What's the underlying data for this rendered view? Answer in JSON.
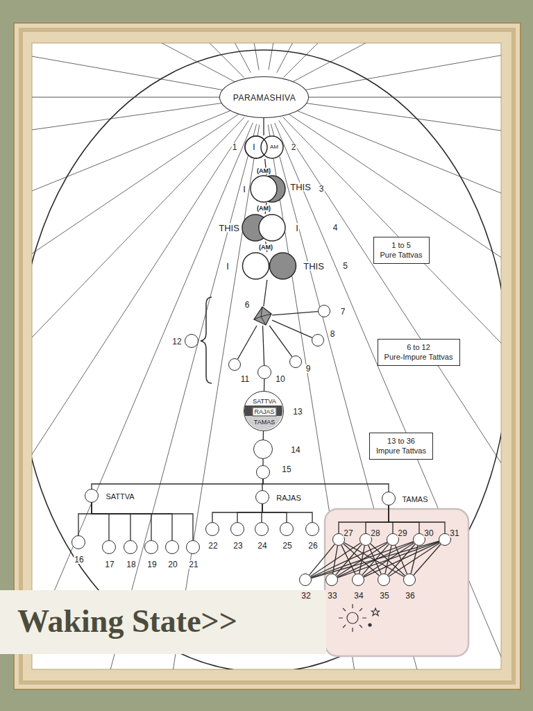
{
  "diagram": {
    "nodes": [
      {
        "text": [
          "PARAMASHIVA"
        ]
      },
      {
        "text": [
          "1",
          "I",
          "AM",
          "2"
        ]
      },
      {
        "text": [
          "I",
          "THIS",
          "3"
        ]
      },
      {
        "text": [
          "THIS",
          "I",
          "4"
        ]
      },
      {
        "text": [
          "I",
          "THIS",
          "5"
        ]
      },
      {
        "text": [
          "6"
        ]
      },
      {
        "text": [
          "7"
        ]
      },
      {
        "text": [
          "8"
        ]
      },
      {
        "text": [
          "9"
        ]
      },
      {
        "text": [
          "10"
        ]
      },
      {
        "text": [
          "11"
        ]
      },
      {
        "text": [
          "12"
        ]
      },
      {
        "text": [
          "SATTVA",
          "RAJAS",
          "TAMAS",
          "13"
        ]
      },
      {
        "text": [
          "14"
        ]
      },
      {
        "text": [
          "15"
        ]
      },
      {
        "text": [
          "SATTVA"
        ]
      },
      {
        "text": [
          "RAJAS"
        ]
      },
      {
        "text": [
          "TAMAS"
        ]
      },
      {
        "text": [
          "16"
        ]
      },
      {
        "text": [
          "17"
        ]
      },
      {
        "text": [
          "18"
        ]
      },
      {
        "text": [
          "19"
        ]
      },
      {
        "text": [
          "20"
        ]
      },
      {
        "text": [
          "21"
        ]
      },
      {
        "text": [
          "22"
        ]
      },
      {
        "text": [
          "23"
        ]
      },
      {
        "text": [
          "24"
        ]
      },
      {
        "text": [
          "25"
        ]
      },
      {
        "text": [
          "26"
        ]
      },
      {
        "text": [
          "27"
        ]
      },
      {
        "text": [
          "28"
        ]
      },
      {
        "text": [
          "29"
        ]
      },
      {
        "text": [
          "30"
        ]
      },
      {
        "text": [
          "31"
        ]
      },
      {
        "text": [
          "32"
        ]
      },
      {
        "text": [
          "33"
        ]
      },
      {
        "text": [
          "34"
        ]
      },
      {
        "text": [
          "35"
        ]
      },
      {
        "text": [
          "36"
        ]
      },
      {
        "text": [
          "1 to 5",
          "Pure Tattvas"
        ]
      },
      {
        "text": [
          "6 to 12",
          "Pure-Impure Tattvas"
        ]
      },
      {
        "text": [
          "13 to 36",
          "Impure Tattvas"
        ]
      }
    ],
    "edges": [
      {
        "from": 0,
        "to": 1,
        "arrow": "none"
      },
      {
        "from": 1,
        "to": 2,
        "arrow": "none"
      },
      {
        "from": 2,
        "to": 3,
        "arrow": "none"
      },
      {
        "from": 3,
        "to": 4,
        "arrow": "none"
      },
      {
        "from": 4,
        "to": 5,
        "arrow": "none"
      },
      {
        "from": 5,
        "to": 6,
        "arrow": "none"
      },
      {
        "from": 5,
        "to": 7,
        "arrow": "none"
      },
      {
        "from": 5,
        "to": 8,
        "arrow": "none"
      },
      {
        "from": 5,
        "to": 9,
        "arrow": "none"
      },
      {
        "from": 5,
        "to": 10,
        "arrow": "none"
      },
      {
        "from": 9,
        "to": 12,
        "arrow": "none"
      },
      {
        "from": 12,
        "to": 13,
        "arrow": "none"
      },
      {
        "from": 13,
        "to": 14,
        "arrow": "none"
      },
      {
        "from": 14,
        "to": 15,
        "arrow": "none"
      },
      {
        "from": 14,
        "to": 16,
        "arrow": "none"
      },
      {
        "from": 14,
        "to": 17,
        "arrow": "none"
      },
      {
        "from": 15,
        "to": 18,
        "arrow": "none"
      },
      {
        "from": 15,
        "to": 19,
        "arrow": "none"
      },
      {
        "from": 15,
        "to": 20,
        "arrow": "none"
      },
      {
        "from": 15,
        "to": 21,
        "arrow": "none"
      },
      {
        "from": 15,
        "to": 22,
        "arrow": "none"
      },
      {
        "from": 15,
        "to": 23,
        "arrow": "none"
      },
      {
        "from": 16,
        "to": 24,
        "arrow": "none"
      },
      {
        "from": 16,
        "to": 25,
        "arrow": "none"
      },
      {
        "from": 16,
        "to": 26,
        "arrow": "none"
      },
      {
        "from": 16,
        "to": 27,
        "arrow": "none"
      },
      {
        "from": 16,
        "to": 28,
        "arrow": "none"
      },
      {
        "from": 17,
        "to": 29,
        "arrow": "none"
      },
      {
        "from": 17,
        "to": 30,
        "arrow": "none"
      },
      {
        "from": 17,
        "to": 31,
        "arrow": "none"
      },
      {
        "from": 17,
        "to": 32,
        "arrow": "none"
      },
      {
        "from": 17,
        "to": 33,
        "arrow": "none"
      },
      {
        "from": 29,
        "to": 34,
        "arrow": "none"
      },
      {
        "from": 29,
        "to": 35,
        "arrow": "none"
      },
      {
        "from": 29,
        "to": 36,
        "arrow": "none"
      },
      {
        "from": 29,
        "to": 37,
        "arrow": "none"
      },
      {
        "from": 29,
        "to": 38,
        "arrow": "none"
      },
      {
        "from": 30,
        "to": 34,
        "arrow": "none"
      },
      {
        "from": 30,
        "to": 35,
        "arrow": "none"
      },
      {
        "from": 30,
        "to": 36,
        "arrow": "none"
      },
      {
        "from": 30,
        "to": 37,
        "arrow": "none"
      },
      {
        "from": 30,
        "to": 38,
        "arrow": "none"
      },
      {
        "from": 31,
        "to": 34,
        "arrow": "none"
      },
      {
        "from": 31,
        "to": 35,
        "arrow": "none"
      },
      {
        "from": 31,
        "to": 36,
        "arrow": "none"
      },
      {
        "from": 31,
        "to": 37,
        "arrow": "none"
      },
      {
        "from": 31,
        "to": 38,
        "arrow": "none"
      },
      {
        "from": 32,
        "to": 34,
        "arrow": "none"
      },
      {
        "from": 32,
        "to": 35,
        "arrow": "none"
      },
      {
        "from": 32,
        "to": 36,
        "arrow": "none"
      },
      {
        "from": 32,
        "to": 37,
        "arrow": "none"
      },
      {
        "from": 32,
        "to": 38,
        "arrow": "none"
      },
      {
        "from": 33,
        "to": 34,
        "arrow": "none"
      },
      {
        "from": 33,
        "to": 35,
        "arrow": "none"
      },
      {
        "from": 33,
        "to": 36,
        "arrow": "none"
      },
      {
        "from": 33,
        "to": 37,
        "arrow": "none"
      },
      {
        "from": 33,
        "to": 38,
        "arrow": "none"
      }
    ],
    "labels": [
      "(AM)",
      "(AM)",
      "(AM)",
      "Waking State>>"
    ]
  }
}
